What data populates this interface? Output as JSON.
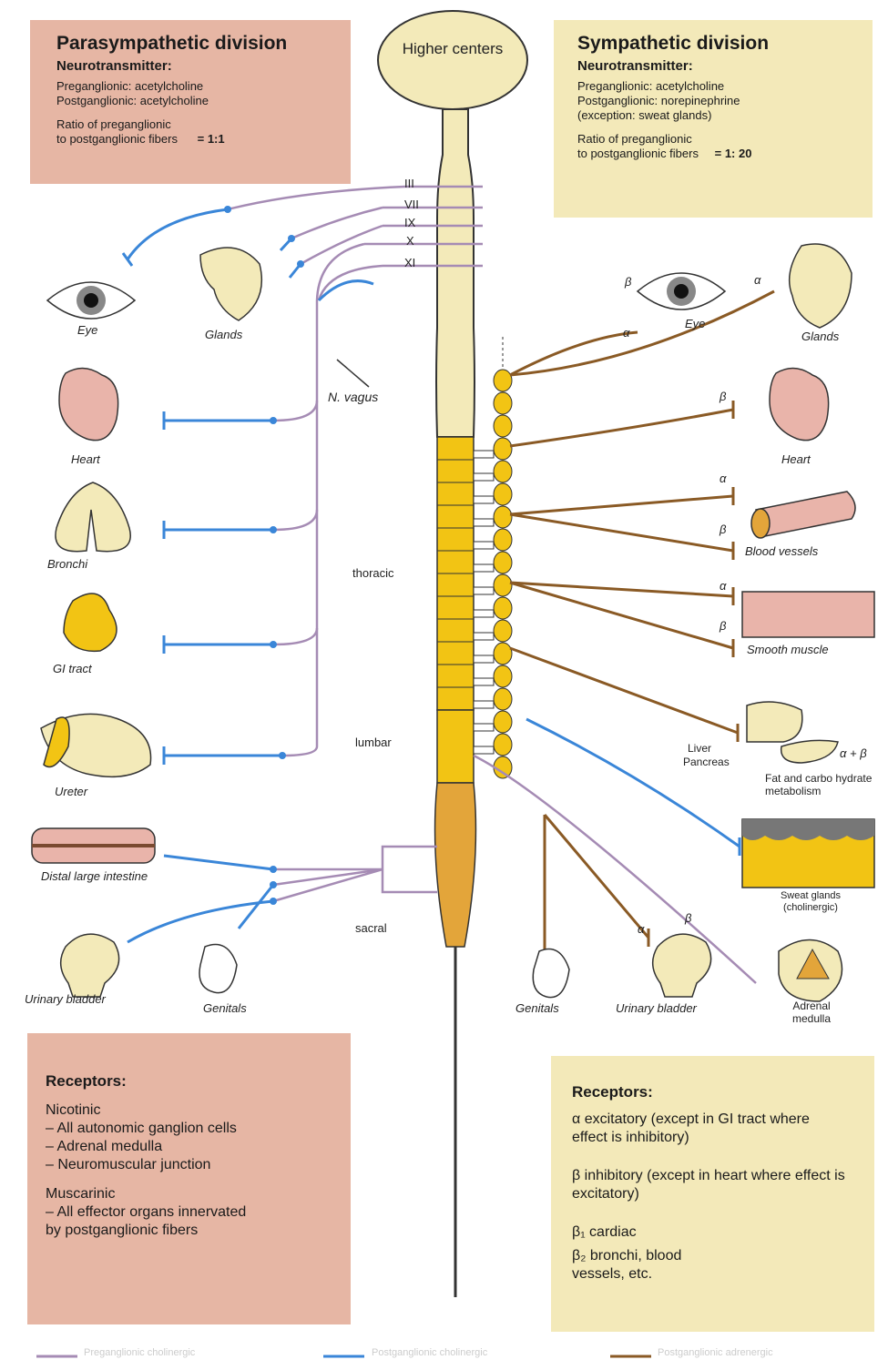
{
  "parasympathetic": {
    "title": "Parasympathetic division",
    "neurotransmitter_heading": "Neurotransmitter:",
    "preganglionic": "Preganglionic: acetylcholine",
    "postganglionic": "Postganglionic: acetylcholine",
    "ratio_line1": "Ratio of preganglionic",
    "ratio_line2": "to postganglionic fibers",
    "ratio_value": "= 1:1"
  },
  "sympathetic": {
    "title": "Sympathetic division",
    "neurotransmitter_heading": "Neurotransmitter:",
    "preganglionic": "Preganglionic: acetylcholine",
    "postganglionic": "Postganglionic: norepinephrine",
    "exception": "(exception: sweat glands)",
    "ratio_line1": "Ratio of preganglionic",
    "ratio_line2": "to postganglionic fibers",
    "ratio_value": "= 1: 20"
  },
  "higher_centers": "Higher centers",
  "cranial_nerves": [
    "III",
    "VII",
    "IX",
    "X",
    "XI"
  ],
  "nerve_vagus": "N. vagus",
  "cord_regions": {
    "thoracic": "thoracic",
    "lumbar": "lumbar",
    "sacral": "sacral"
  },
  "left_organs": {
    "eye": "Eye",
    "glands": "Glands",
    "heart": "Heart",
    "bronchi": "Bronchi",
    "gi_tract": "GI tract",
    "ureter": "Ureter",
    "distal_large_intestine": "Distal large intestine",
    "urinary_bladder": "Urinary bladder",
    "genitals": "Genitals"
  },
  "right_organs": {
    "eye": "Eye",
    "glands": "Glands",
    "heart": "Heart",
    "blood_vessels": "Blood vessels",
    "smooth_muscle": "Smooth muscle",
    "liver": "Liver",
    "pancreas": "Pancreas",
    "fat_carbo": "Fat and carbo hydrate metabolism",
    "sweat_glands": "Sweat glands (cholinergic)",
    "genitals": "Genitals",
    "urinary_bladder": "Urinary bladder",
    "adrenal_medulla": "Adrenal medulla"
  },
  "receptor_symbols": {
    "alpha": "α",
    "beta": "β",
    "alpha_beta": "α + β"
  },
  "para_receptors": {
    "heading": "Receptors:",
    "nicotinic_heading": "Nicotinic",
    "nicotinic_items": [
      "– All autonomic ganglion cells",
      "– Adrenal medulla",
      "– Neuromuscular junction"
    ],
    "muscarinic_heading": "Muscarinic",
    "muscarinic_item": "– All effector organs innervated by postganglionic fibers"
  },
  "symp_receptors": {
    "heading": "Receptors:",
    "alpha_text": "α  excitatory (except in GI tract where effect is inhibitory)",
    "beta_text": "β  inhibitory (except in heart where effect is excitatory)",
    "beta1_text": "β₁ cardiac",
    "beta2_text": "β₂ bronchi, blood vessels, etc."
  },
  "legend": {
    "pre": "Preganglionic cholinergic",
    "post_chol": "Postganglionic cholinergic",
    "post_adr": "Postganglionic adrenergic"
  },
  "colors": {
    "para_box": "#e6b6a4",
    "symp_box": "#f3e9b9",
    "cord_yellow": "#f2c414",
    "cord_orange": "#e3a53a",
    "pre_line": "#a58bb4",
    "post_chol": "#3a86d8",
    "post_adr": "#8a5a25",
    "organ_fill": "#f3eab9",
    "heart_fill": "#e9b4aa"
  }
}
